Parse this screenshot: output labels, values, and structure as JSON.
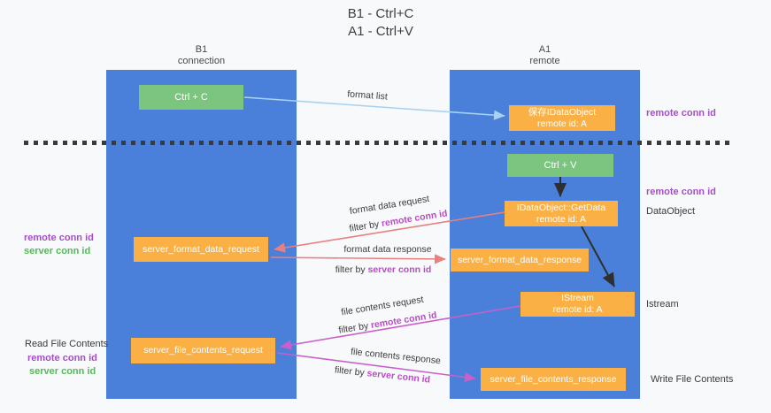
{
  "title": {
    "line1": "B1 - Ctrl+C",
    "line2": "A1 - Ctrl+V"
  },
  "columns": {
    "left": {
      "header_line1": "B1",
      "header_line2": "connection"
    },
    "right": {
      "header_line1": "A1",
      "header_line2": "remote"
    }
  },
  "nodes": {
    "ctrl_c": "Ctrl + C",
    "save_idataobject": {
      "line1": "保存IDataObject",
      "line2": "remote id: A"
    },
    "ctrl_v": "Ctrl + V",
    "getdata": {
      "line1": "IDataObject::GetData",
      "line2": "remote id: A"
    },
    "format_request": "server_format_data_request",
    "format_response": "server_format_data_response",
    "istream": {
      "line1": "IStream",
      "line2": "remote id: A"
    },
    "file_request": "server_file_contents_request",
    "file_response": "server_file_contents_response"
  },
  "arrow_labels": {
    "format_list": "format list",
    "format_data_request": "format data request",
    "format_data_response": "format data response",
    "file_contents_request": "file contents request",
    "file_contents_response": "file contents response",
    "filter_by": "filter by ",
    "remote_conn_id": "remote conn id",
    "server_conn_id": "server conn id"
  },
  "side_labels": {
    "remote_conn_id": "remote conn id",
    "server_conn_id": "server conn id",
    "dataobject": "DataObject",
    "istream": "Istream",
    "read_file_contents": "Read File Contents",
    "write_file_contents": "Write File Contents"
  },
  "colors": {
    "lifeline_blue": "#4a80d9",
    "node_green": "#7cc57f",
    "node_orange": "#fbb045",
    "arrow_lightblue": "#a8d2f0",
    "arrow_salmon": "#e87f80",
    "arrow_magenta": "#c95fcb",
    "arrow_black": "#2f2f2f",
    "text_purple": "#a54fc6",
    "text_green": "#55b85a",
    "filter_highlight": "#ba4bc8",
    "background": "#f8f9fa"
  }
}
